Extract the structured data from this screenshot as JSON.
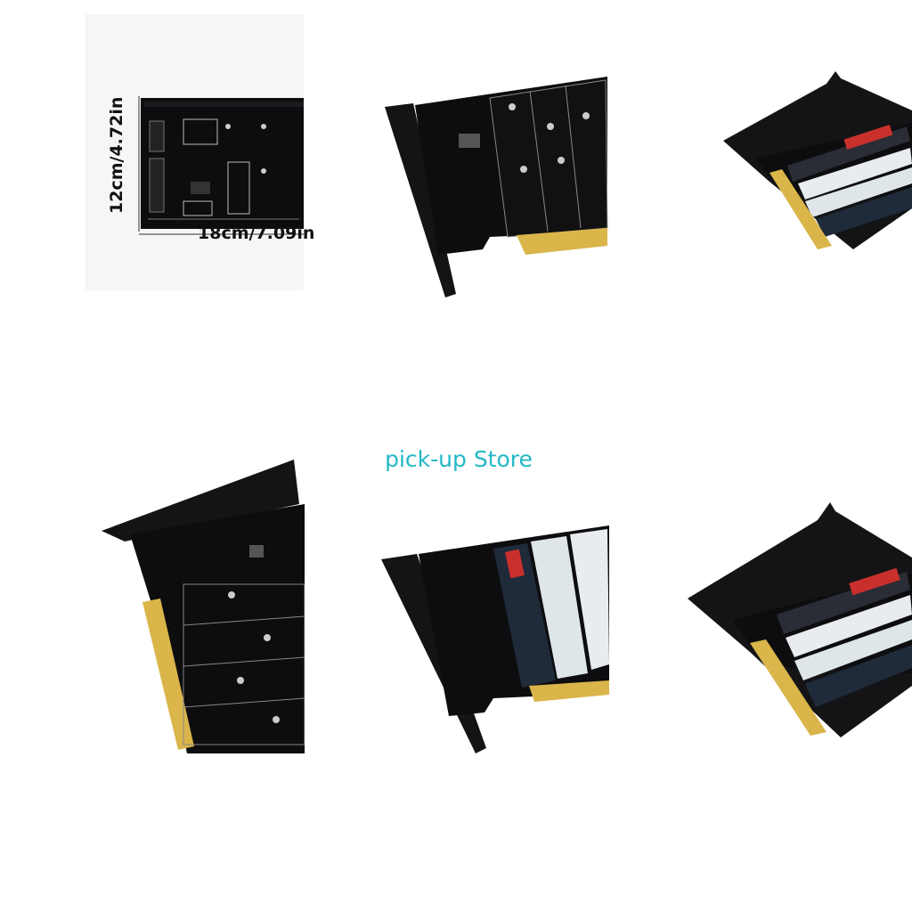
{
  "store": {
    "name": "pick-up Store"
  },
  "dimensions": {
    "width": "18cm/7.09in",
    "height": "12cm/4.72in"
  },
  "colors": {
    "board": "#0d0d0f",
    "gold": "#d9b54a",
    "bracket": "#141416",
    "accent_text": "#22b8c6"
  }
}
